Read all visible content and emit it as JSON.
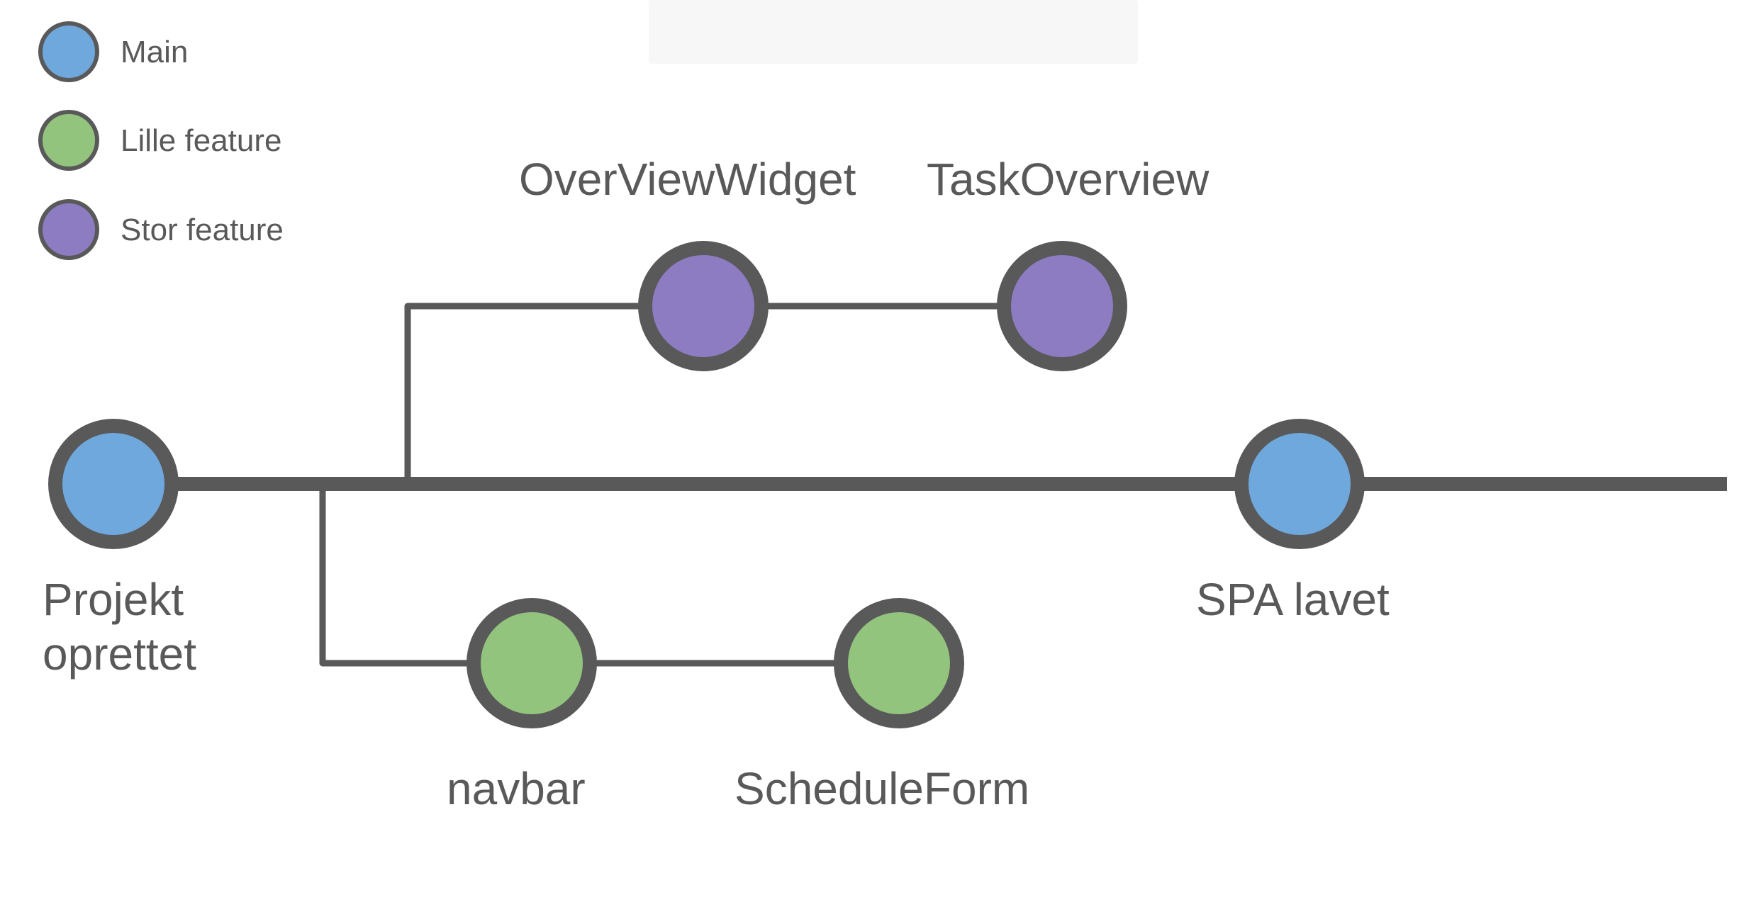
{
  "legend": [
    {
      "key": "main",
      "label": "Main",
      "color": "#6fa8dc"
    },
    {
      "key": "small",
      "label": "Lille feature",
      "color": "#93c47d"
    },
    {
      "key": "large",
      "label": "Stor feature",
      "color": "#8e7cc3"
    }
  ],
  "colors": {
    "line": "#595959",
    "text": "#595959"
  },
  "commits": {
    "projekt_oprettet": {
      "label_line1": "Projekt",
      "label_line2": "oprettet",
      "type": "main"
    },
    "spa_lavet": {
      "label": "SPA lavet",
      "type": "main"
    },
    "overview_widget": {
      "label": "OverViewWidget",
      "type": "large"
    },
    "task_overview": {
      "label": "TaskOverview",
      "type": "large"
    },
    "navbar": {
      "label": "navbar",
      "type": "small"
    },
    "schedule_form": {
      "label": "ScheduleForm",
      "type": "small"
    }
  }
}
